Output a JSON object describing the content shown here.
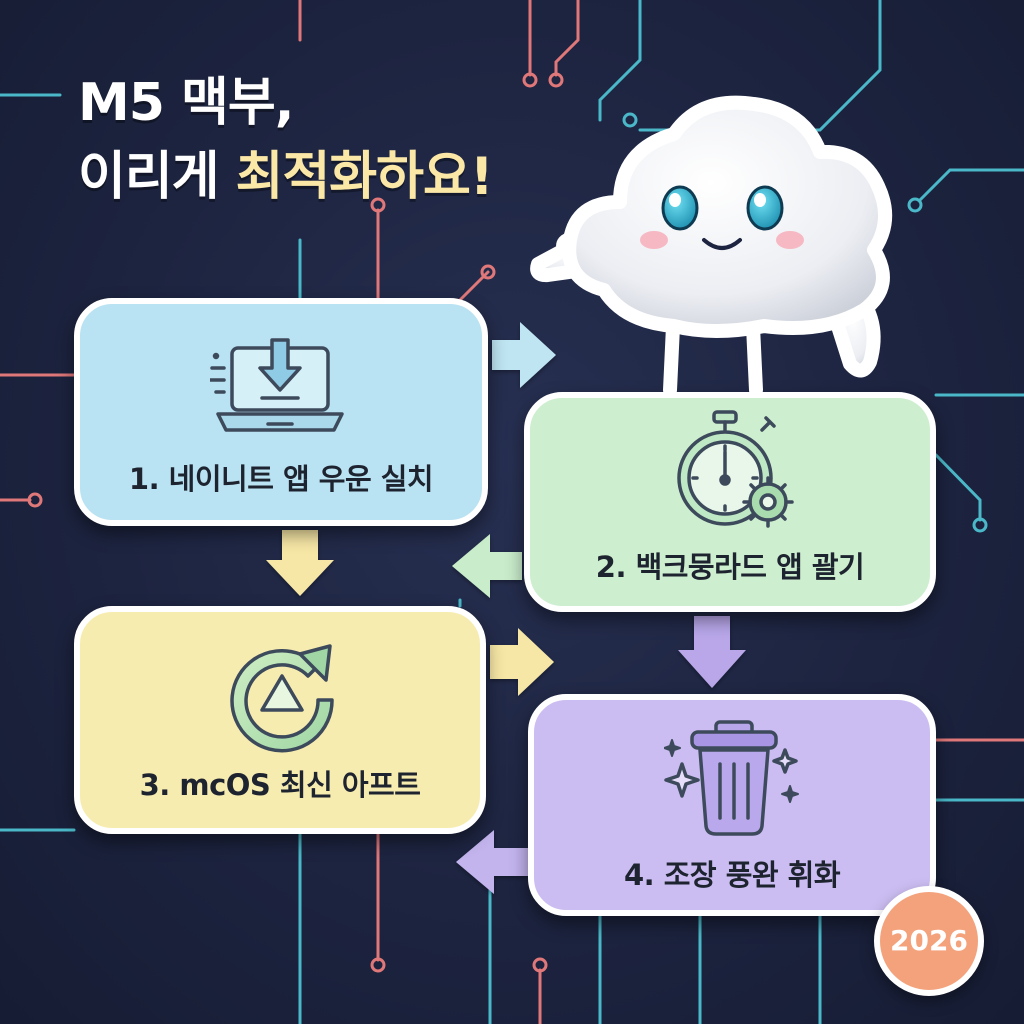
{
  "title": {
    "line1": "M5 맥부,",
    "line2_prefix": "이리게 ",
    "line2_highlight": "최적화하요!"
  },
  "steps": [
    {
      "label": "1. 네이니트 앱 우운 실치",
      "icon": "laptop-download-icon",
      "color": "#b9e3f2"
    },
    {
      "label": "2. 백크뭉라드 앱 괄기",
      "icon": "stopwatch-gear-icon",
      "color": "#cdeecf"
    },
    {
      "label": "3. mcOS 최신 아프트",
      "icon": "refresh-update-icon",
      "color": "#f7ecb0"
    },
    {
      "label": "4. 조장 풍완 휘화",
      "icon": "trash-can-icon",
      "color": "#cbbdf1"
    }
  ],
  "badge": {
    "year": "2026"
  },
  "colors": {
    "background": "#1d2440",
    "highlight": "#fbe7a6",
    "badge": "#f4a27c"
  }
}
